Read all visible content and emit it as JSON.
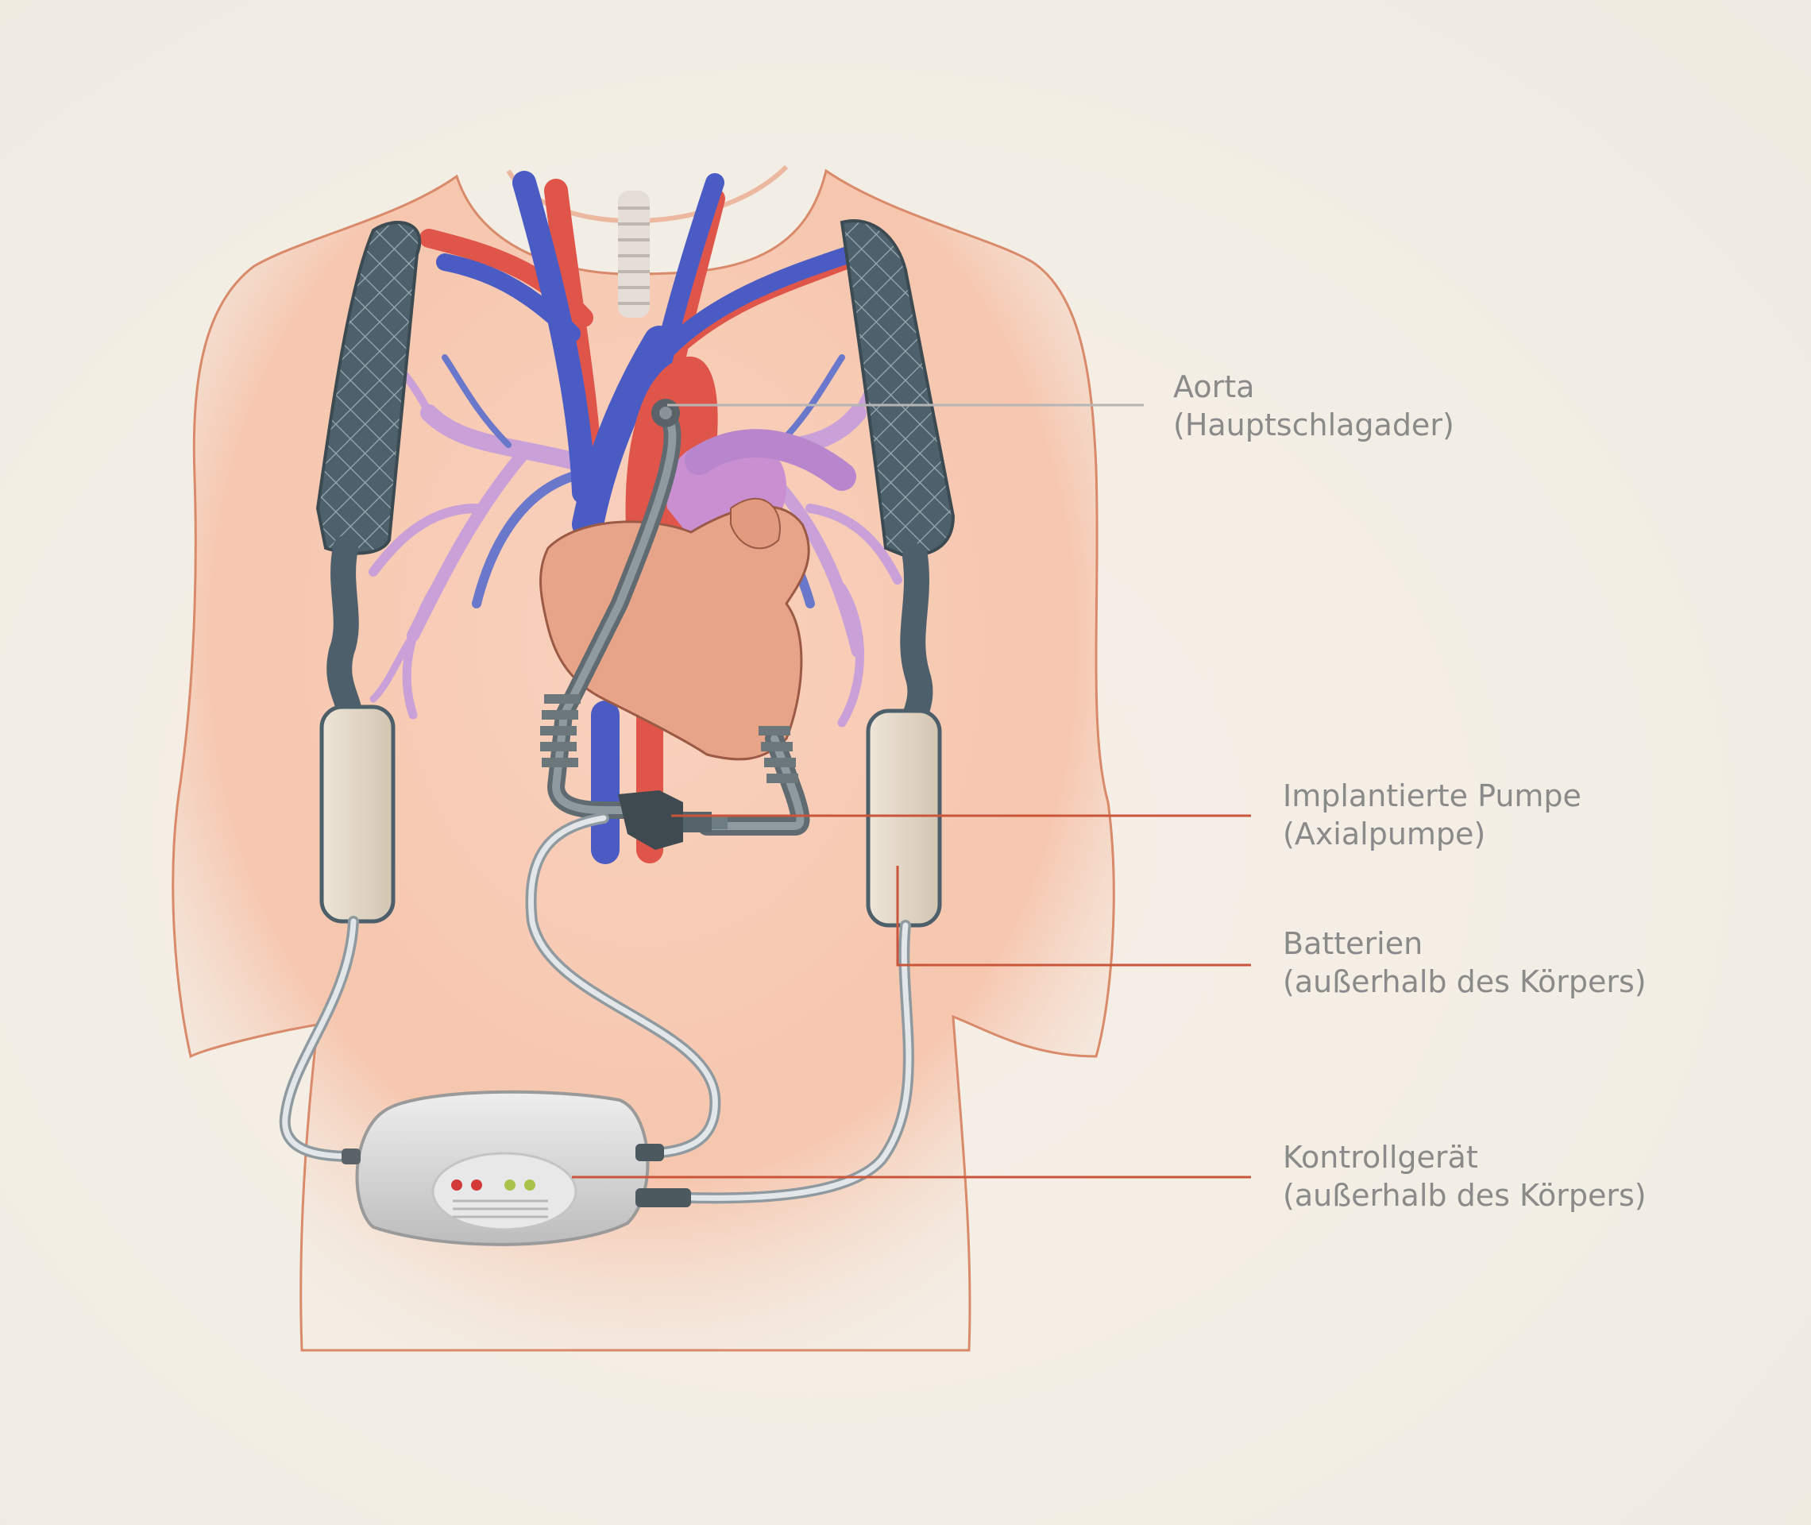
{
  "labels": {
    "aorta": {
      "line1": "Aorta",
      "line2": "(Hauptschlagader)"
    },
    "pump": {
      "line1": "Implantierte Pumpe",
      "line2": "(Axialpumpe)"
    },
    "battery": {
      "line1": "Batterien",
      "line2": "(außerhalb des Körpers)"
    },
    "control": {
      "line1": "Kontrollgerät",
      "line2": "(außerhalb des Körpers)"
    }
  },
  "colors": {
    "background": "#f3eee5",
    "skin": "#f7cbb4",
    "skin_outline": "#d98a6a",
    "artery": "#e0554a",
    "vein": "#4a5cc4",
    "pulmonary": "#c9a0d8",
    "heart": "#e8a488",
    "strap": "#4c5f6a",
    "battery": "#e2d6c6",
    "cable": "#d9dde0",
    "leader_red": "#c9553a",
    "leader_gray": "#b5b5b5",
    "led_red": "#d23a3a",
    "led_green": "#a8c24a"
  }
}
